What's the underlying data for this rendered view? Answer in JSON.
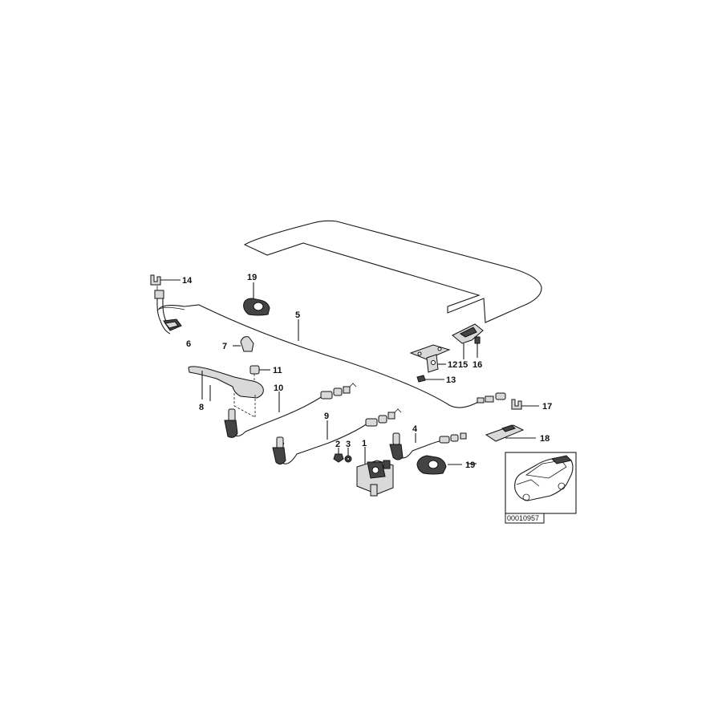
{
  "diagram": {
    "labels": {
      "p1": "1",
      "p2": "2",
      "p3": "3",
      "p4": "4",
      "p5": "5",
      "p6": "6",
      "p7": "7",
      "p8": "8",
      "p9": "9",
      "p10": "10",
      "p11": "11",
      "p12": "12",
      "p13": "13",
      "p14": "14",
      "p15": "15",
      "p16": "16",
      "p17": "17",
      "p18": "18",
      "p19a": "19",
      "p19b": "19"
    },
    "reference_number": "00010957"
  }
}
